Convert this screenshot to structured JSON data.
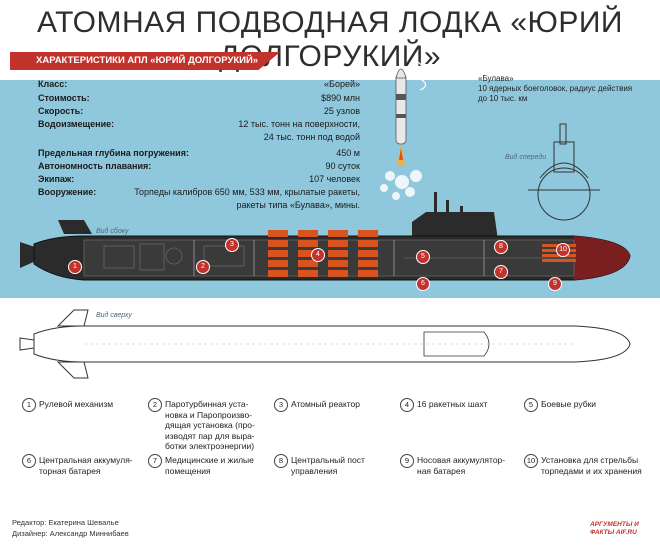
{
  "title": "АТОМНАЯ ПОДВОДНАЯ ЛОДКА «ЮРИЙ ДОЛГОРУКИЙ»",
  "specs_header": "ХАРАКТЕРИСТИКИ АПЛ «ЮРИЙ ДОЛГОРУКИЙ»",
  "specs": [
    {
      "key": "Класс:",
      "value": "«Борей»"
    },
    {
      "key": "Стоимость:",
      "value": "$890 млн"
    },
    {
      "key": "Скорость:",
      "value": "25 узлов"
    },
    {
      "key": "Водоизмещение:",
      "value": "12 тыс. тонн на поверхности,"
    },
    {
      "key": "",
      "value": "24 тыс. тонн под водой"
    },
    {
      "key": "Предельная глубина погружения:",
      "value": "450 м"
    },
    {
      "key": "Автономность плавания:",
      "value": "90 суток"
    },
    {
      "key": "Экипаж:",
      "value": "107 человек"
    },
    {
      "key": "Вооружение:",
      "value": "Торпеды калибров 650 мм, 533 мм, крылатые ракеты,"
    },
    {
      "key": "",
      "value": "ракеты типа «Булава», мины."
    }
  ],
  "bulava": {
    "name": "«Булава»",
    "line1": "10 ядерных боеголовок, радиус действия",
    "line2": "до 10 тыс. км"
  },
  "views": {
    "side": "Вид сбоку",
    "front": "Вид спереди",
    "top": "Вид сверху"
  },
  "legend": [
    {
      "n": "1",
      "text": "Рулевой механизм"
    },
    {
      "n": "2",
      "text": "Паротурбинная уста-\nновка и Паропроизво-\nдящая установка (про-\nизводят пар для выра-\nботки электроэнергии)"
    },
    {
      "n": "3",
      "text": "Атомный реактор"
    },
    {
      "n": "4",
      "text": "16 ракетных шахт"
    },
    {
      "n": "5",
      "text": "Боевые рубки"
    },
    {
      "n": "6",
      "text": "Центральная аккумуля-\nторная батарея"
    },
    {
      "n": "7",
      "text": "Медицинские и жилые\nпомещения"
    },
    {
      "n": "8",
      "text": "Центральный пост\nуправления"
    },
    {
      "n": "9",
      "text": "Носовая аккумулятор-\nная батарея"
    },
    {
      "n": "10",
      "text": "Установка для стрельбы\nторпедами и их хранения"
    }
  ],
  "credits": {
    "editor": "Редактор: Екатерина Шевалье",
    "designer": "Дизайнер: Александр Миннибаев"
  },
  "logo": "АРГУМЕНТЫ И ФАКТЫ AIF.RU",
  "colors": {
    "sea": "#8fc8dc",
    "hull": "#2b2b2b",
    "accent": "#c3332e",
    "missile_tubes": "#d9531e"
  }
}
